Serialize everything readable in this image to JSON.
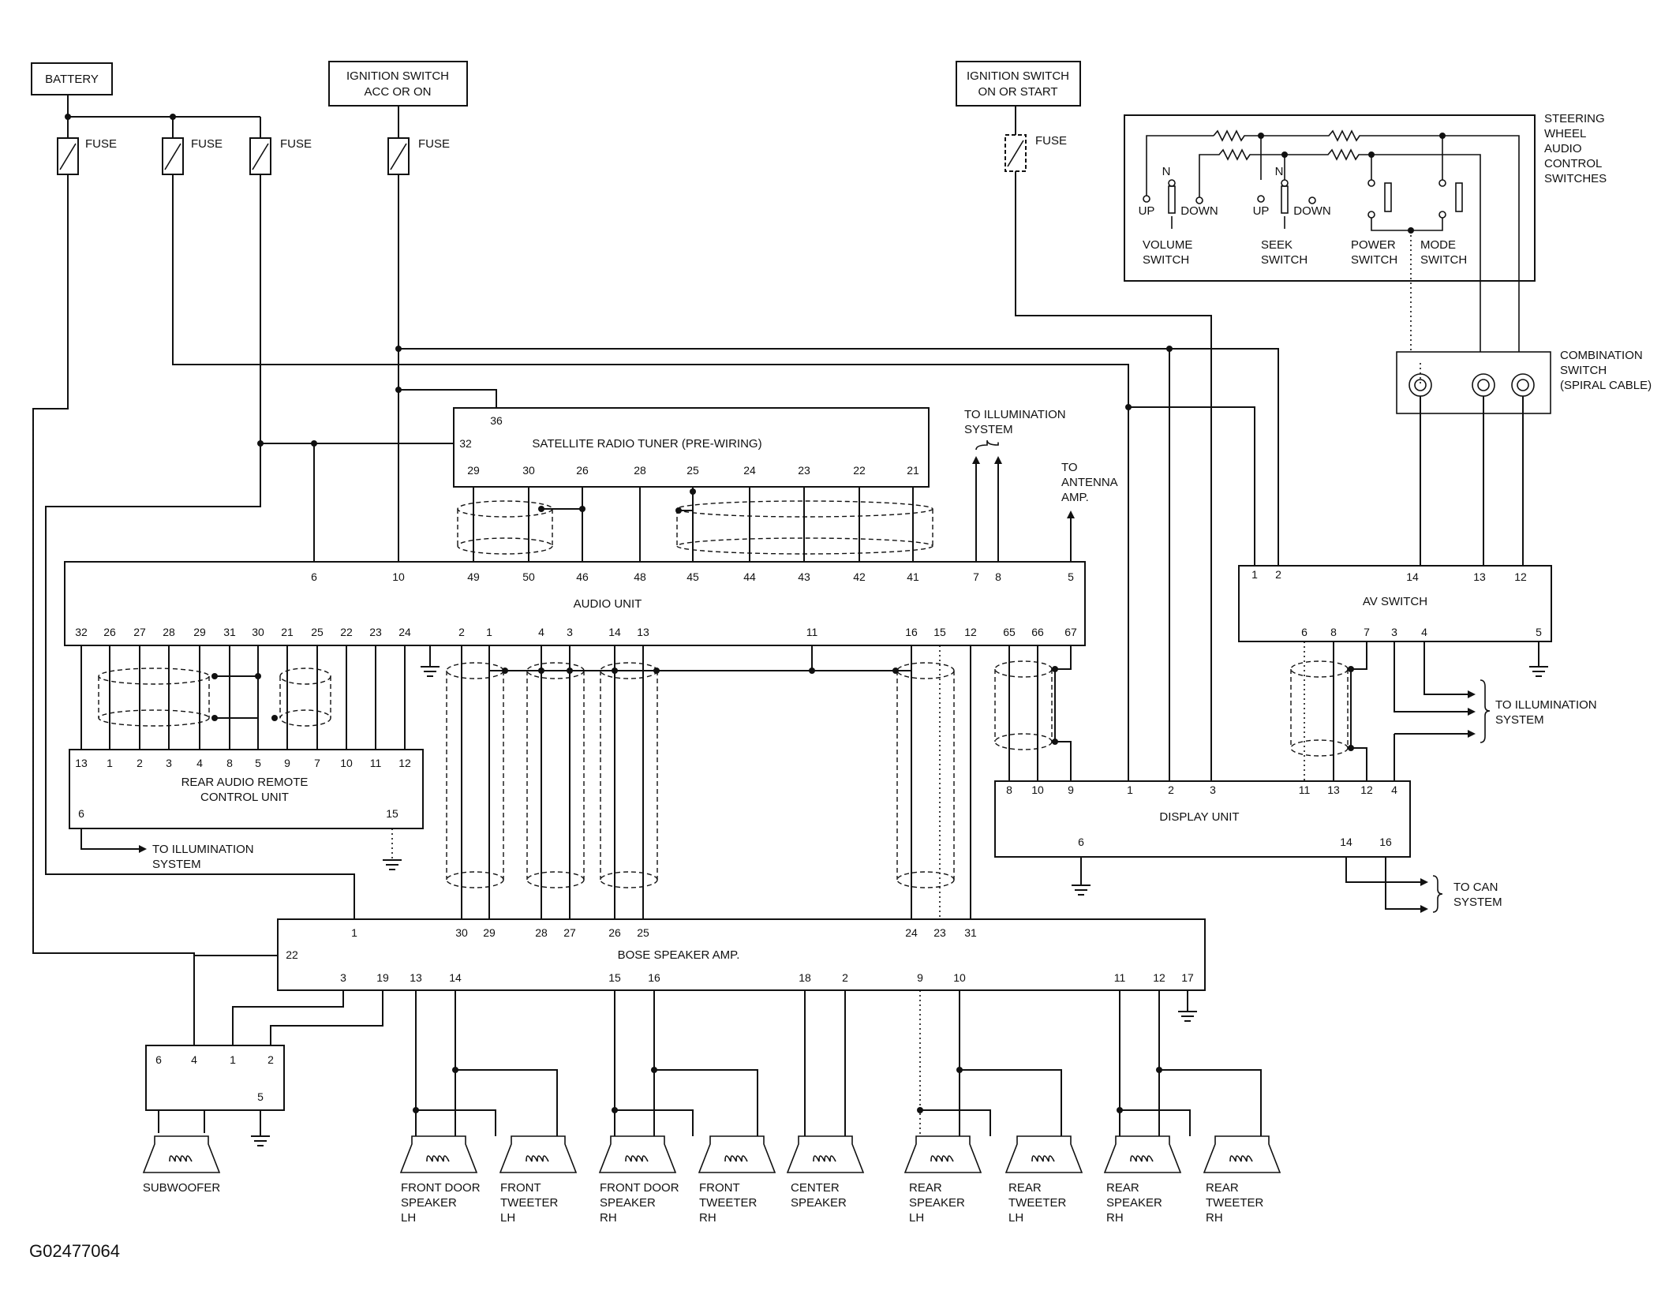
{
  "figure_code": "G02477064",
  "sources": {
    "battery": "BATTERY",
    "ignition_acc_l1": "IGNITION SWITCH",
    "ignition_acc_l2": "ACC OR ON",
    "ignition_start_l1": "IGNITION SWITCH",
    "ignition_start_l2": "ON OR START",
    "fuse": "FUSE"
  },
  "steering": {
    "label_lines": [
      "STEERING",
      "WHEEL",
      "AUDIO",
      "CONTROL",
      "SWITCHES"
    ],
    "up": "UP",
    "down": "DOWN",
    "n": "N",
    "volume_l1": "VOLUME",
    "volume_l2": "SWITCH",
    "seek_l1": "SEEK",
    "seek_l2": "SWITCH",
    "power_l1": "POWER",
    "power_l2": "SWITCH",
    "mode_l1": "MODE",
    "mode_l2": "SWITCH"
  },
  "combination": {
    "l1": "COMBINATION",
    "l2": "SWITCH",
    "l3": "(SPIRAL CABLE)"
  },
  "notes": {
    "illum_l1": "TO ILLUMINATION",
    "illum_l2": "SYSTEM",
    "antenna_l1": "TO",
    "antenna_l2": "ANTENNA",
    "antenna_l3": "AMP.",
    "can_l1": "TO CAN",
    "can_l2": "SYSTEM"
  },
  "units": {
    "satellite": "SATELLITE RADIO TUNER (PRE-WIRING)",
    "audio": "AUDIO UNIT",
    "rear_l1": "REAR AUDIO REMOTE",
    "rear_l2": "CONTROL UNIT",
    "av_switch": "AV SWITCH",
    "display": "DISPLAY UNIT",
    "bose": "BOSE SPEAKER AMP."
  },
  "speakers": {
    "subwoofer": [
      "SUBWOOFER"
    ],
    "fd_lh": [
      "FRONT DOOR",
      "SPEAKER",
      "LH"
    ],
    "ft_lh": [
      "FRONT",
      "TWEETER",
      "LH"
    ],
    "fd_rh": [
      "FRONT DOOR",
      "SPEAKER",
      "RH"
    ],
    "ft_rh": [
      "FRONT",
      "TWEETER",
      "RH"
    ],
    "center": [
      "CENTER",
      "SPEAKER"
    ],
    "rs_lh": [
      "REAR",
      "SPEAKER",
      "LH"
    ],
    "rt_lh": [
      "REAR",
      "TWEETER",
      "LH"
    ],
    "rs_rh": [
      "REAR",
      "SPEAKER",
      "RH"
    ],
    "rt_rh": [
      "REAR",
      "TWEETER",
      "RH"
    ]
  },
  "pins": {
    "satellite_top": [
      "36"
    ],
    "satellite_left": [
      "32"
    ],
    "satellite_bottom": [
      "29",
      "30",
      "26",
      "28",
      "25",
      "24",
      "23",
      "22",
      "21"
    ],
    "audio_top": [
      "6",
      "10",
      "49",
      "50",
      "46",
      "48",
      "45",
      "44",
      "43",
      "42",
      "41",
      "7",
      "8",
      "5"
    ],
    "audio_bottom": [
      "32",
      "26",
      "27",
      "28",
      "29",
      "31",
      "30",
      "21",
      "25",
      "22",
      "23",
      "24",
      "2",
      "1",
      "4",
      "3",
      "14",
      "13",
      "11",
      "16",
      "15",
      "12",
      "65",
      "66",
      "67"
    ],
    "rear_top": [
      "13",
      "1",
      "2",
      "3",
      "4",
      "8",
      "5",
      "9",
      "7",
      "10",
      "11",
      "12"
    ],
    "rear_bottom": [
      "6",
      "15"
    ],
    "av_top": [
      "1",
      "2",
      "14",
      "13",
      "12"
    ],
    "av_bottom": [
      "6",
      "8",
      "7",
      "3",
      "4",
      "5"
    ],
    "display_top": [
      "8",
      "10",
      "9",
      "1",
      "2",
      "3",
      "11",
      "13",
      "12",
      "4"
    ],
    "display_bottom": [
      "6",
      "14",
      "16"
    ],
    "bose_top": [
      "1",
      "30",
      "29",
      "28",
      "27",
      "26",
      "25",
      "24",
      "23",
      "31"
    ],
    "bose_left": [
      "22"
    ],
    "bose_bottom": [
      "3",
      "19",
      "13",
      "14",
      "15",
      "16",
      "18",
      "2",
      "9",
      "10",
      "11",
      "12",
      "17"
    ],
    "sub_box": [
      "6",
      "4",
      "1",
      "2",
      "5"
    ]
  }
}
